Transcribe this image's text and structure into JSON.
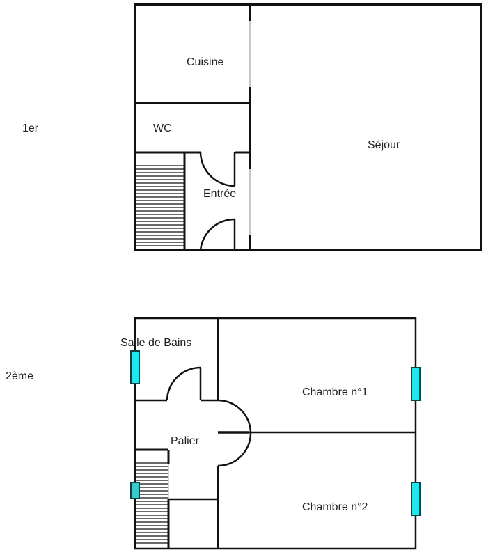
{
  "floors": [
    {
      "label": "1er",
      "rooms": [
        {
          "name": "Cuisine"
        },
        {
          "name": "WC"
        },
        {
          "name": "Entrée"
        },
        {
          "name": "Séjour"
        }
      ],
      "stairs": true
    },
    {
      "label": "2ème",
      "rooms": [
        {
          "name": "Salle de Bains"
        },
        {
          "name": "Palier"
        },
        {
          "name": "Chambre n°1"
        },
        {
          "name": "Chambre n°2"
        }
      ],
      "stairs": true,
      "windows": 4
    }
  ],
  "colors": {
    "wall": "#111111",
    "window_fill": "#22e5ee",
    "window_stroke": "#123f44",
    "glass_partition": "#c8c8c8",
    "text": "#222222"
  }
}
